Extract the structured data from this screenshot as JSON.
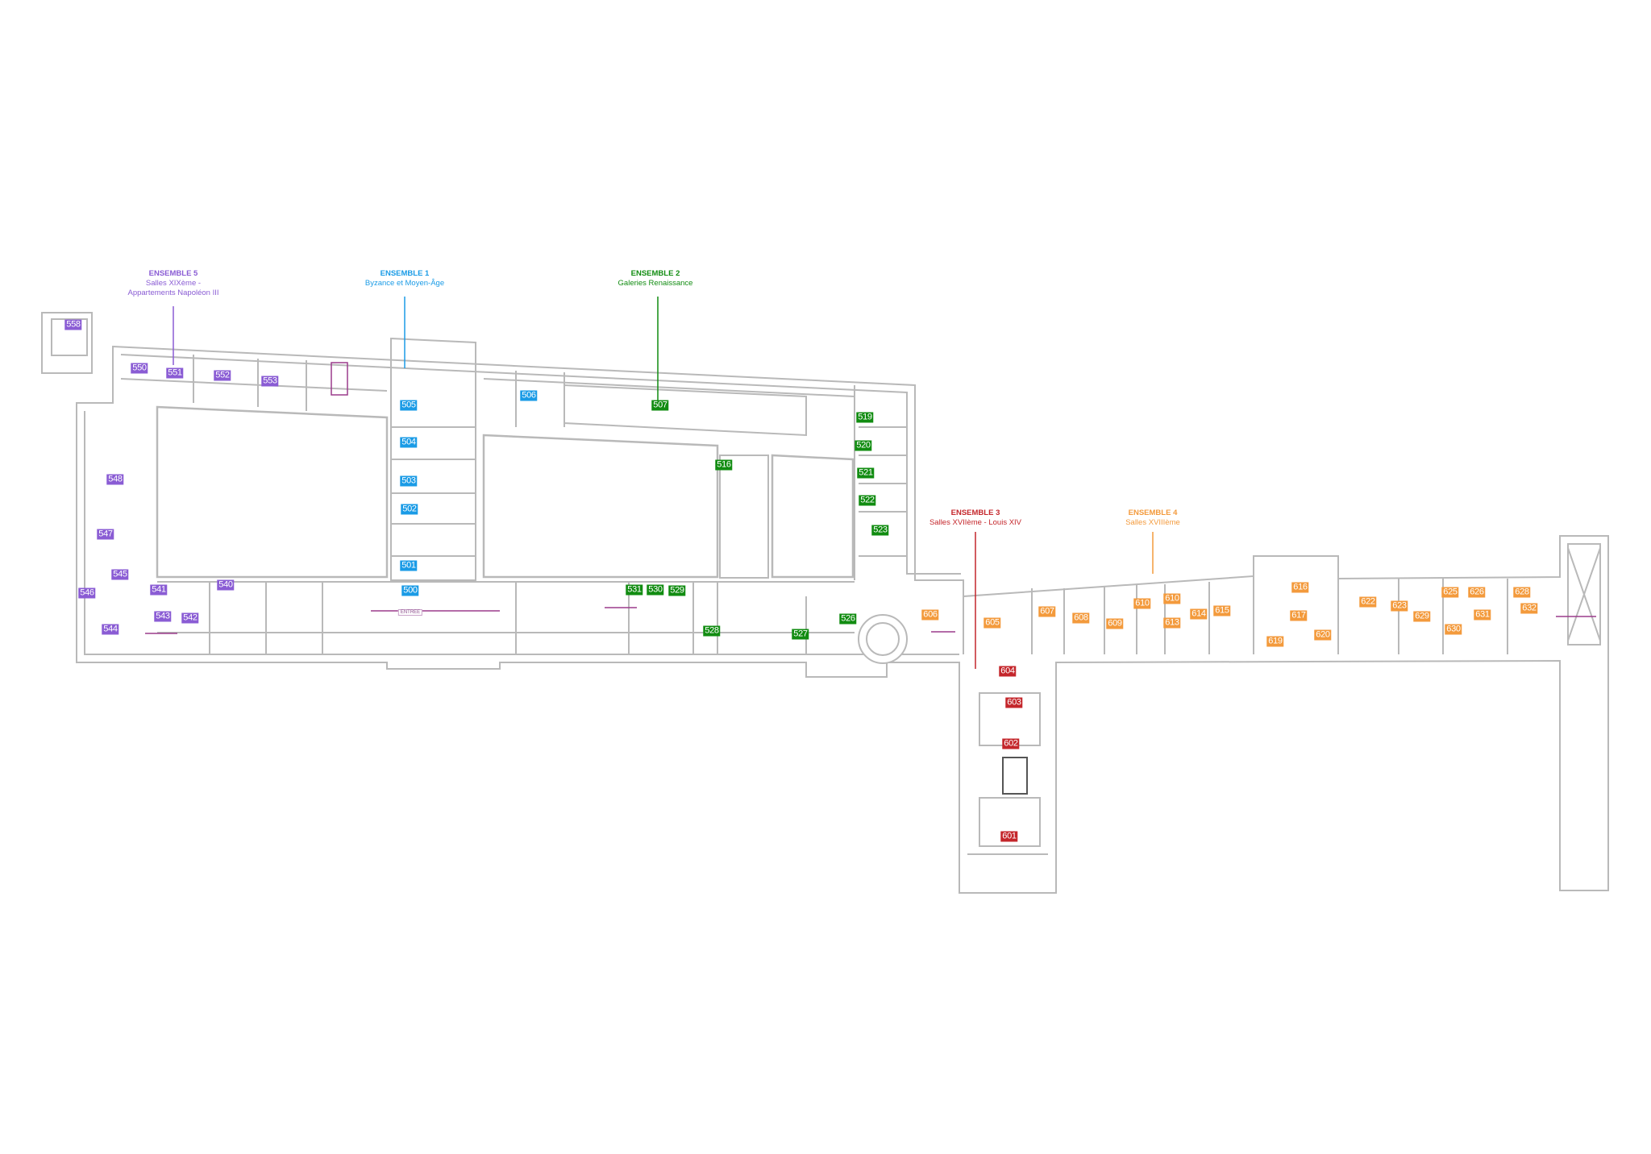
{
  "ensembles": [
    {
      "title": "ENSEMBLE 1",
      "subtitle": "Byzance et Moyen-Âge",
      "color": "#1a9be6",
      "rooms": [
        "500",
        "501",
        "502",
        "503",
        "504",
        "505",
        "506"
      ]
    },
    {
      "title": "ENSEMBLE 2",
      "subtitle": "Galeries Renaissance",
      "color": "#118c11",
      "rooms": [
        "507",
        "516",
        "519",
        "520",
        "521",
        "522",
        "523",
        "526",
        "527",
        "528",
        "529",
        "530",
        "531"
      ]
    },
    {
      "title": "ENSEMBLE 3",
      "subtitle": "Salles XVIIème - Louis XIV",
      "color": "#c4262b",
      "rooms": [
        "601",
        "602",
        "603",
        "604"
      ]
    },
    {
      "title": "ENSEMBLE 4",
      "subtitle": "Salles XVIIIème",
      "color": "#f39a3c",
      "rooms": [
        "605",
        "606",
        "607",
        "608",
        "609",
        "610",
        "610",
        "613",
        "614",
        "615",
        "616",
        "617",
        "619",
        "620",
        "622",
        "623",
        "625",
        "626",
        "628",
        "629",
        "630",
        "631",
        "632"
      ]
    },
    {
      "title": "ENSEMBLE 5",
      "subtitle": "Salles XIXème -",
      "subtitle2": "Appartements Napoléon III",
      "color": "#8a5cd4",
      "rooms": [
        "540",
        "541",
        "542",
        "543",
        "544",
        "545",
        "546",
        "547",
        "548",
        "550",
        "551",
        "552",
        "553",
        "558"
      ]
    }
  ],
  "entrance_label": "ENTREE"
}
